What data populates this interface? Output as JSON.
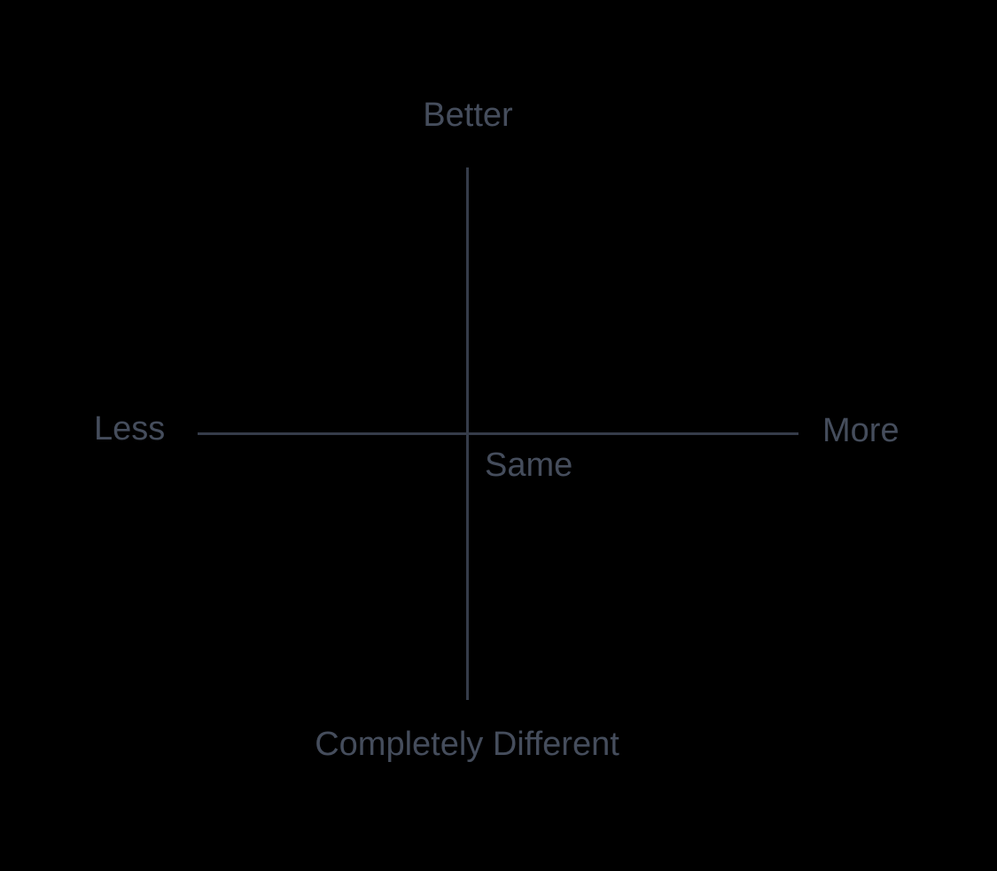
{
  "canvas": {
    "background_color": "#000000"
  },
  "diagram": {
    "type": "quadrant-axes",
    "colors": {
      "axis_line": "#353c4a",
      "label_text": "#454d5c"
    },
    "axes": {
      "vertical": {
        "top_label": "Better",
        "bottom_label": "Completely Different"
      },
      "horizontal": {
        "left_label": "Less",
        "right_label": "More"
      },
      "center_label": "Same"
    },
    "labels": {
      "better": "Better",
      "less": "Less",
      "more": "More",
      "same": "Same",
      "completely_different": "Completely Different"
    }
  }
}
